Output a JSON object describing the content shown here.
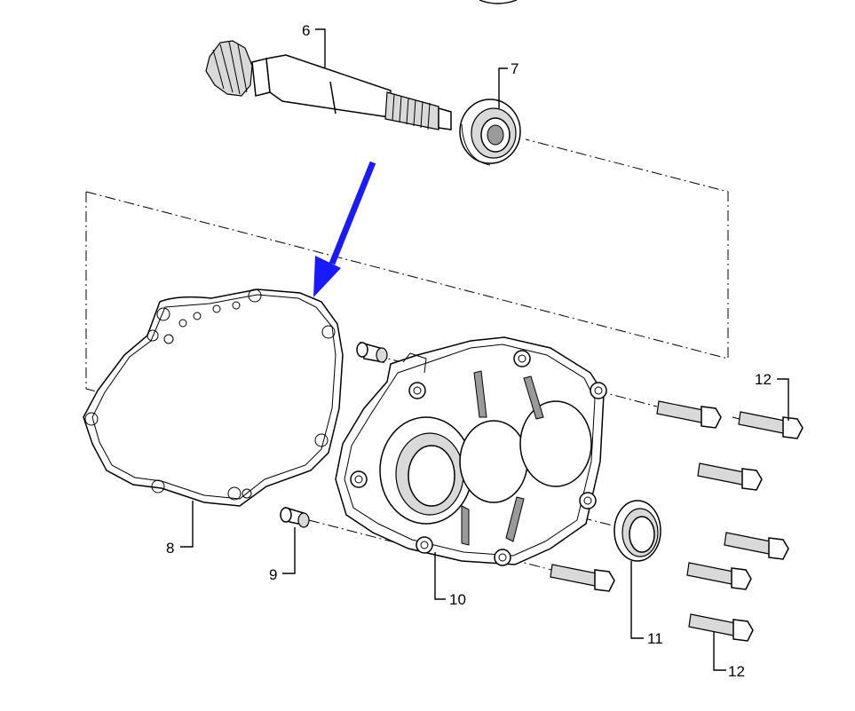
{
  "diagram": {
    "callouts": [
      {
        "label": "6"
      },
      {
        "label": "7"
      },
      {
        "label": "8"
      },
      {
        "label": "9"
      },
      {
        "label": "10"
      },
      {
        "label": "11"
      },
      {
        "label": "12"
      },
      {
        "label": "12"
      }
    ],
    "colors": {
      "arrow": "#1a1aff",
      "lines": "#000000",
      "shading": "#d9d9d9"
    }
  }
}
